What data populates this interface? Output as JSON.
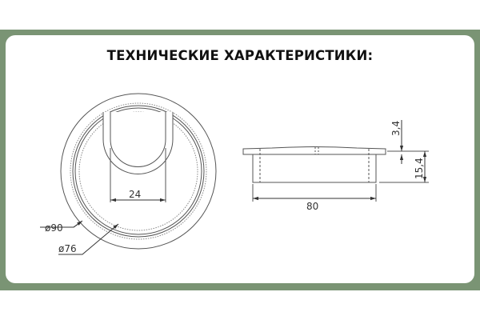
{
  "title": "ТЕХНИЧЕСКИЕ ХАРАКТЕРИСТИКИ:",
  "top_view": {
    "slot_width": "24",
    "outer_diameter": "ø90",
    "inner_diameter": "ø76"
  },
  "side_view": {
    "width": "80",
    "flange_height": "3,4",
    "total_height": "15,4"
  },
  "colors": {
    "frame": "#7a9474",
    "line": "#444444"
  }
}
